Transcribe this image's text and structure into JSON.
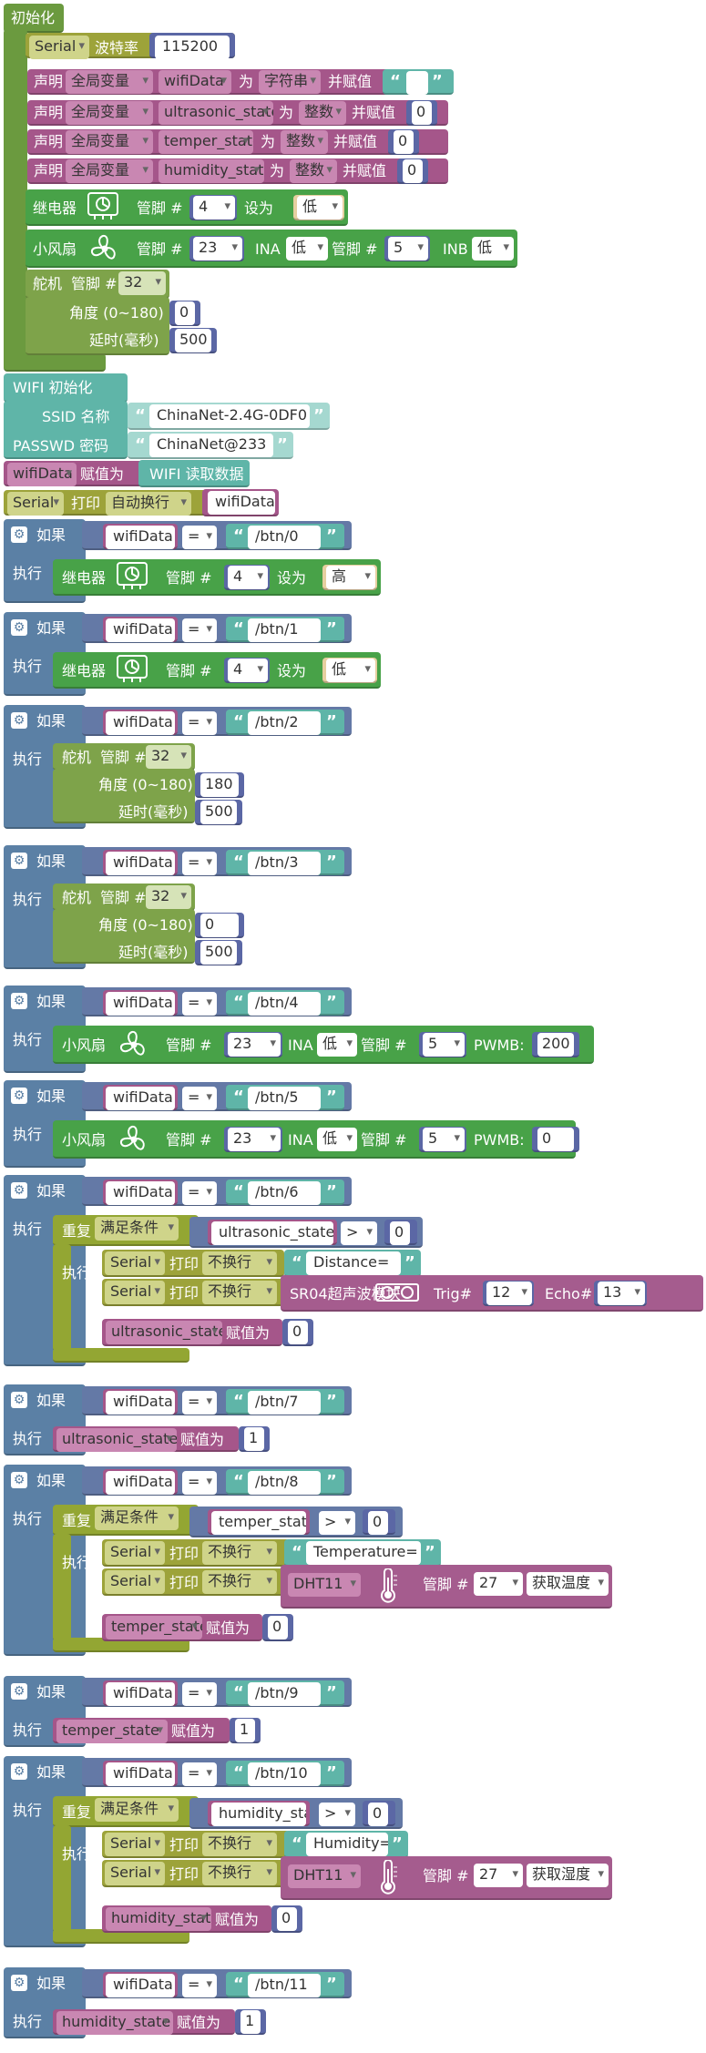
{
  "colors": {
    "setup": "#6b9a3f",
    "serial": "#9da33a",
    "variable": "#a5568a",
    "global_dd": "#c987b2",
    "actuator": "#48a248",
    "servo": "#7ea34a",
    "wifi": "#5fb5a8",
    "wifi_light": "#a5d8d0",
    "logic": "#5b80a5",
    "compare": "#6479a6",
    "math": "#5b67a5",
    "loop": "#93a633",
    "sensor": "#a55c8e"
  },
  "setup": {
    "title": "初始化",
    "serial": {
      "port": "Serial",
      "label": "波特率",
      "baud": "115200"
    },
    "declarations": [
      {
        "declare": "声明",
        "scope": "全局变量",
        "name": "wifiData",
        "as": "为",
        "type": "字符串",
        "assign": "并赋值",
        "value": " "
      },
      {
        "declare": "声明",
        "scope": "全局变量",
        "name": "ultrasonic_state",
        "as": "为",
        "type": "整数",
        "assign": "并赋值",
        "value": "0"
      },
      {
        "declare": "声明",
        "scope": "全局变量",
        "name": "temper_state",
        "as": "为",
        "type": "整数",
        "assign": "并赋值",
        "value": "0"
      },
      {
        "declare": "声明",
        "scope": "全局变量",
        "name": "humidity_state",
        "as": "为",
        "type": "整数",
        "assign": "并赋值",
        "value": "0"
      }
    ],
    "relay": {
      "label": "继电器",
      "pin_label": "管脚 #",
      "pin": "4",
      "set_label": "设为",
      "level": "低"
    },
    "fan": {
      "label": "小风扇",
      "pin_label": "管脚 #",
      "pin": "23",
      "ina_label": "INA",
      "ina": "低",
      "pin2_label": "管脚 #",
      "pin2": "5",
      "inb_label": "INB",
      "inb": "低"
    },
    "servo": {
      "label": "舵机",
      "pin_label": "管脚 #",
      "pin": "32",
      "angle_label": "角度 (0~180)",
      "angle": "0",
      "delay_label": "延时(毫秒)",
      "delay": "500"
    }
  },
  "wifi": {
    "title": "WIFI 初始化",
    "ssid_label": "SSID  名称",
    "ssid": "ChinaNet-2.4G-0DF0",
    "pass_label": "PASSWD  密码",
    "pass": "ChinaNet@233"
  },
  "read": {
    "var": "wifiData",
    "assign": "赋值为",
    "fn": "WIFI 读取数据"
  },
  "println": {
    "port": "Serial",
    "label": "打印",
    "mode": "自动换行",
    "var": "wifiData"
  },
  "ifs": {
    "if_label": "如果",
    "do_label": "执行",
    "var": "wifiData",
    "op": "=",
    "b0": {
      "cmd": "/btn/0",
      "label": "继电器",
      "pin_label": "管脚 #",
      "pin": "4",
      "set_label": "设为",
      "level": "高"
    },
    "b1": {
      "cmd": "/btn/1",
      "label": "继电器",
      "pin_label": "管脚 #",
      "pin": "4",
      "set_label": "设为",
      "level": "低"
    },
    "b2": {
      "cmd": "/btn/2",
      "label": "舵机",
      "pin_label": "管脚 #",
      "pin": "32",
      "angle_label": "角度 (0~180)",
      "angle": "180",
      "delay_label": "延时(毫秒)",
      "delay": "500"
    },
    "b3": {
      "cmd": "/btn/3",
      "label": "舵机",
      "pin_label": "管脚 #",
      "pin": "32",
      "angle_label": "角度 (0~180)",
      "angle": "0",
      "delay_label": "延时(毫秒)",
      "delay": "500"
    },
    "b4": {
      "cmd": "/btn/4",
      "label": "小风扇",
      "pin_label": "管脚 #",
      "pin": "23",
      "ina_label": "INA",
      "ina": "低",
      "pin2_label": "管脚 #",
      "pin2": "5",
      "pwm_label": "PWMB:",
      "pwm": "200"
    },
    "b5": {
      "cmd": "/btn/5",
      "label": "小风扇",
      "pin_label": "管脚 #",
      "pin": "23",
      "ina_label": "INA",
      "ina": "低",
      "pin2_label": "管脚 #",
      "pin2": "5",
      "pwm_label": "PWMB:",
      "pwm": "0"
    },
    "b6": {
      "cmd": "/btn/6",
      "repeat": "重复",
      "cond": "满足条件",
      "var": "ultrasonic_state",
      "op": ">",
      "num": "0",
      "port": "Serial",
      "print": "打印",
      "mode": "不换行",
      "text": "Distance=",
      "sensor": "SR04超声波模块",
      "trig_label": "Trig#",
      "trig": "12",
      "echo_label": "Echo#",
      "echo": "13",
      "assign": "赋值为",
      "assign_val": "0"
    },
    "b7": {
      "cmd": "/btn/7",
      "var": "ultrasonic_state",
      "assign": "赋值为",
      "value": "1"
    },
    "b8": {
      "cmd": "/btn/8",
      "repeat": "重复",
      "cond": "满足条件",
      "var": "temper_state",
      "op": ">",
      "num": "0",
      "port": "Serial",
      "print": "打印",
      "mode": "不换行",
      "text": "Temperature=",
      "sensor": "DHT11",
      "pin_label": "管脚 #",
      "pin": "27",
      "func": "获取温度",
      "assign": "赋值为",
      "assign_val": "0"
    },
    "b9": {
      "cmd": "/btn/9",
      "var": "temper_state",
      "assign": "赋值为",
      "value": "1"
    },
    "b10": {
      "cmd": "/btn/10",
      "repeat": "重复",
      "cond": "满足条件",
      "var": "humidity_state",
      "op": ">",
      "num": "0",
      "port": "Serial",
      "print": "打印",
      "mode": "不换行",
      "text": "Humidity=",
      "sensor": "DHT11",
      "pin_label": "管脚 #",
      "pin": "27",
      "func": "获取湿度",
      "assign": "赋值为",
      "assign_val": "0"
    },
    "b11": {
      "cmd": "/btn/11",
      "var": "humidity_state",
      "assign": "赋值为",
      "value": "1"
    }
  }
}
